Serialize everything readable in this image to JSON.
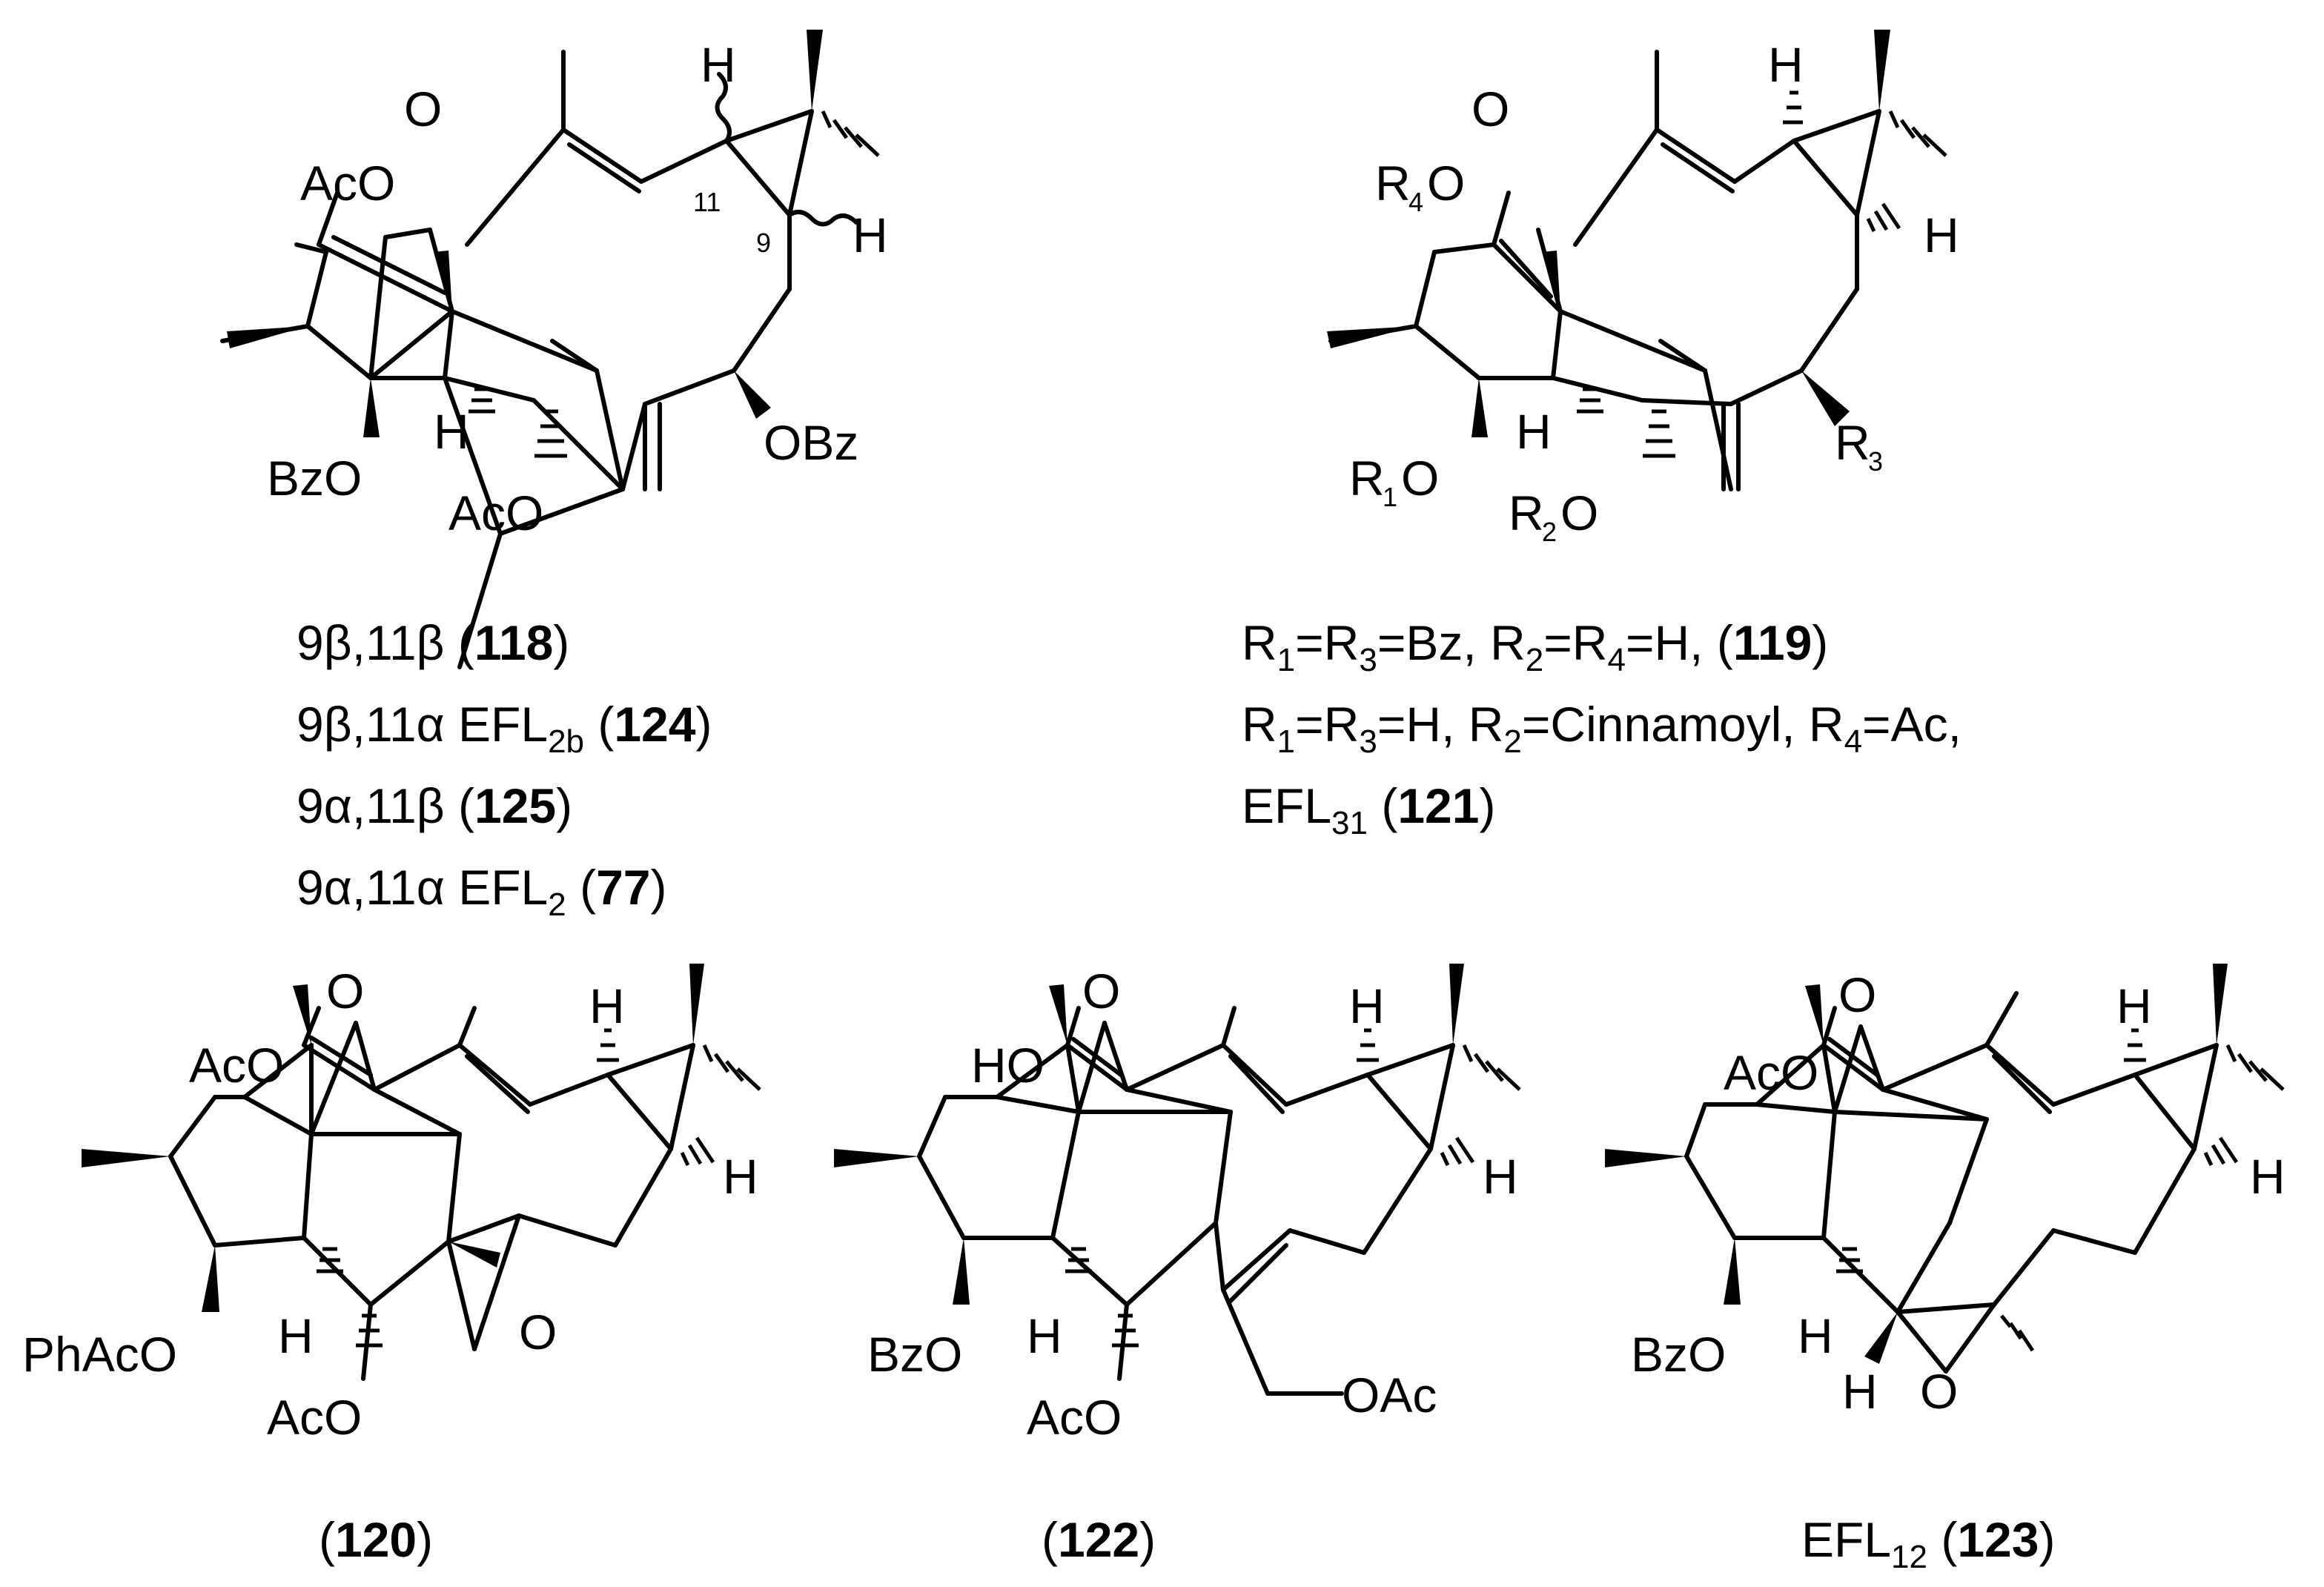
{
  "structures": [
    {
      "id": "s1",
      "atoms": {
        "O": "O",
        "H_top": "H",
        "H_right": "H",
        "AcO_top": "AcO",
        "BzO": "BzO",
        "H_bot": "H",
        "AcO_bot": "AcO",
        "OBz": "OBz"
      },
      "locants": [
        "11",
        "9"
      ]
    },
    {
      "id": "s2",
      "atoms": {
        "O": "O",
        "H_top": "H",
        "H_right": "H",
        "R4O_R": "R",
        "R4O_sub": "4",
        "R4O_O": "O",
        "R1O_R": "R",
        "R1O_sub": "1",
        "R1O_O": "O",
        "H_bot": "H",
        "R2O_R": "R",
        "R2O_sub": "2",
        "R2O_O": "O",
        "R3_R": "R",
        "R3_sub": "3"
      }
    },
    {
      "id": "s3",
      "atoms": {
        "O": "O",
        "AcO_top": "AcO",
        "H_top": "H",
        "H_right": "H",
        "PhAcO": "PhAcO",
        "H_bot": "H",
        "AcO_bot": "AcO",
        "O_epox": "O"
      }
    },
    {
      "id": "s4",
      "atoms": {
        "O": "O",
        "HO": "HO",
        "H_top": "H",
        "H_right": "H",
        "BzO": "BzO",
        "H_bot": "H",
        "AcO_bot": "AcO",
        "OAc": "OAc"
      }
    },
    {
      "id": "s5",
      "atoms": {
        "O": "O",
        "AcO_top": "AcO",
        "H_top": "H",
        "H_right": "H",
        "BzO": "BzO",
        "H_bot": "H",
        "H_epox": "H",
        "O_epox": "O"
      }
    }
  ],
  "captions": {
    "c118": {
      "pre": "9β,11β (",
      "num": "118",
      "post": ")"
    },
    "c124": {
      "pre": "9β,11α EFL",
      "sub": "2b",
      "mid": " (",
      "num": "124",
      "post": ")"
    },
    "c125": {
      "pre": "9α,11β (",
      "num": "125",
      "post": ")"
    },
    "c77": {
      "pre": "9α,11α EFL",
      "sub": "2",
      "mid": " (",
      "num": "77",
      "post": ")"
    },
    "c119": {
      "p1": "R",
      "s1": "1",
      "p2": "=R",
      "s2": "3",
      "p3": "=Bz, R",
      "s3": "2",
      "p4": "=R",
      "s4": "4",
      "p5": "=H, (",
      "num": "119",
      "post": ")"
    },
    "c121a": {
      "p1": "R",
      "s1": "1",
      "p2": "=R",
      "s2": "3",
      "p3": "=H, R",
      "s3": "2",
      "p4": "=Cinnamoyl, R",
      "s4": "4",
      "p5": "=Ac,"
    },
    "c121b": {
      "pre": "EFL",
      "sub": "31",
      "mid": " (",
      "num": "121",
      "post": ")"
    },
    "c120": {
      "pre": "(",
      "num": "120",
      "post": ")"
    },
    "c122": {
      "pre": "(",
      "num": "122",
      "post": ")"
    },
    "c123": {
      "pre": "EFL",
      "sub": "12",
      "mid": " (",
      "num": "123",
      "post": ")"
    }
  }
}
